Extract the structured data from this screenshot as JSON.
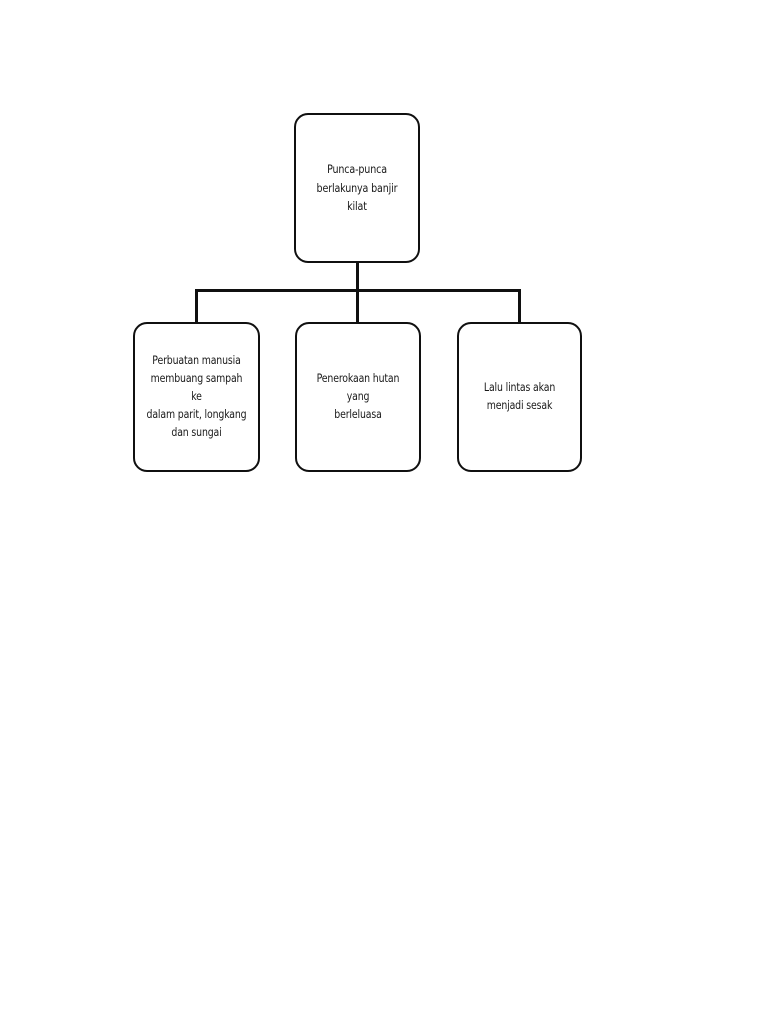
{
  "page": {
    "background_color": "#ffffff",
    "stroke_color": "#101010",
    "text_color": "#1a1a1a"
  },
  "diagram": {
    "type": "tree-hierarchy",
    "orientation": "top-down",
    "root": {
      "id": "root",
      "label": "Punca-punca\nberlakunya banjir kilat",
      "lines": [
        "Punca-punca",
        "berlakunya banjir kilat"
      ]
    },
    "children": [
      {
        "id": "child-0",
        "label": "Perbuatan manusia\nmembuang sampah ke\ndalam parit, longkang\ndan sungai",
        "lines": [
          "Perbuatan manusia",
          "membuang sampah ke",
          "dalam parit, longkang",
          "dan sungai"
        ]
      },
      {
        "id": "child-1",
        "label": "Penerokaan hutan yang\nberleluasa",
        "lines": [
          "Penerokaan hutan yang",
          "berleluasa"
        ]
      },
      {
        "id": "child-2",
        "label": "Lalu lintas akan\nmenjadi sesak",
        "lines": [
          "Lalu lintas akan",
          "menjadi sesak"
        ]
      }
    ],
    "connectors": {
      "style": "orthogonal-elbow",
      "count": 4
    }
  }
}
